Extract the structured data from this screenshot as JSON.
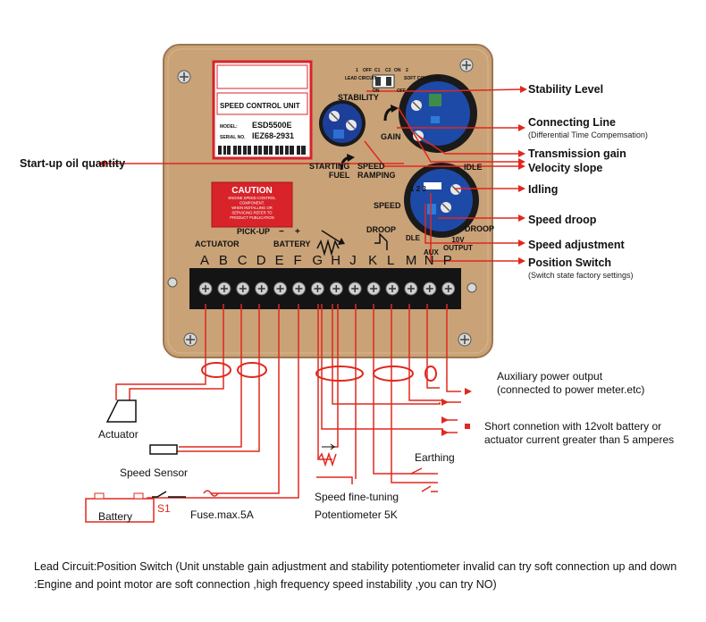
{
  "unit": {
    "name": "SPEED CONTROL UNIT",
    "model_label": "MODEL:",
    "model": "ESD5500E",
    "serial_label": "SERIAL NO.",
    "serial": "IEZ68-2931",
    "caution_title": "CAUTION",
    "caution_lines": [
      "ENGINE SPEED CONTROL",
      "COMPONENT.",
      "WHEN INSTALLING OR",
      "SERVICING REFER TO",
      "PRODUCT PUBLICATION"
    ],
    "panel_labels": {
      "stability": "STABILITY",
      "gain": "GAIN",
      "starting_fuel": "STARTING\nFUEL",
      "speed_ramping": "SPEED\nRAMPING",
      "speed": "SPEED",
      "droop": "DROOP",
      "idle": "IDLE",
      "pick_up": "PICK-UP",
      "actuator": "ACTUATOR",
      "battery": "BATTERY",
      "minus": "−",
      "plus": "+",
      "droop_terminal": "DROOP",
      "dle": "DLE",
      "aux": "AUX",
      "output_10v": "10V\nOUTPUT",
      "lead_circuit": "LEAD CIRCUIT",
      "soft_coupling": "SOFT COUPLING",
      "off": "OFF",
      "on": "ON",
      "one": "1",
      "two": "2",
      "c1": "C1",
      "c2": "C2",
      "dip": "1 2 3"
    },
    "terminals": [
      "A",
      "B",
      "C",
      "D",
      "E",
      "F",
      "G",
      "H",
      "J",
      "K",
      "L",
      "M",
      "N",
      "P"
    ]
  },
  "callouts": {
    "stability_level": "Stability Level",
    "connecting_line": "Connecting Line",
    "connecting_line_sub": "(Differential Time Compemsation)",
    "transmission_gain": "Transmission gain",
    "velocity_slope": "Velocity  slope",
    "idling": "Idling",
    "speed_droop": "Speed droop",
    "speed_adjustment": "Speed adjustment",
    "position_switch": "Position Switch",
    "position_switch_sub": "(Switch state factory settings)",
    "startup_oil": "Start-up oil quantity"
  },
  "wiring": {
    "auxiliary_output": "Auxiliary power output",
    "auxiliary_output_sub": "(connected to power meter.etc)",
    "short_connection_1": "Short connetion with 12volt battery or",
    "short_connection_2": "actuator current greater than 5 amperes",
    "earthing": "Earthing",
    "actuator": "Actuator",
    "speed_sensor": "Speed Sensor",
    "battery": "Battery",
    "s1": "S1",
    "fuse": "Fuse.max.5A",
    "speed_fine_tuning": "Speed fine-tuning",
    "potentiometer": "Potentiometer 5K"
  },
  "footnote": "Lead Circuit:Position Switch (Unit unstable  gain adjustment and stability potentiometer invalid can try soft connection up and down :Engine and point motor are soft connection ,high frequency speed instability ,you can try NO)",
  "colors": {
    "panel": "#c9a277",
    "wire": "#e0281e",
    "caution": "#d8232a",
    "black": "#111111"
  }
}
